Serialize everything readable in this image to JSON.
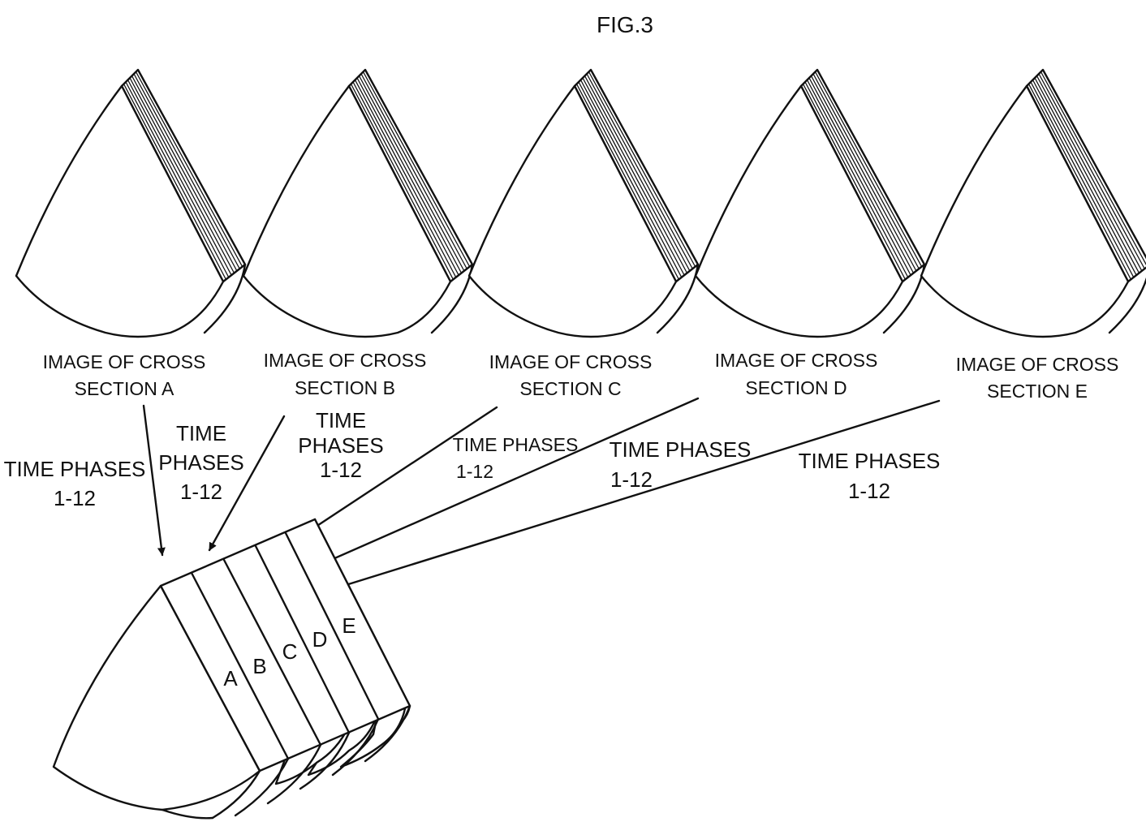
{
  "figure": {
    "title": "FIG.3"
  },
  "sections": [
    {
      "id": "A",
      "caption_line1": "IMAGE OF CROSS",
      "caption_line2": "SECTION A",
      "phases_lines": [
        "TIME PHASES",
        "1-12"
      ]
    },
    {
      "id": "B",
      "caption_line1": "IMAGE OF CROSS",
      "caption_line2": "SECTION B",
      "phases_lines": [
        "TIME",
        "PHASES",
        "1-12"
      ]
    },
    {
      "id": "C",
      "caption_line1": "IMAGE OF CROSS",
      "caption_line2": "SECTION C",
      "phases_lines": [
        "TIME",
        "PHASES",
        "1-12"
      ]
    },
    {
      "id": "D",
      "caption_line1": "IMAGE OF CROSS",
      "caption_line2": "SECTION D",
      "phases_lines": [
        "TIME PHASES",
        "1-12"
      ]
    },
    {
      "id": "E",
      "caption_line1": "IMAGE OF CROSS",
      "caption_line2": "SECTION E",
      "phases_lines": [
        "TIME PHASES",
        "1-12"
      ]
    }
  ],
  "extra_phase_label": {
    "lines": [
      "TIME PHASES",
      "1-12"
    ]
  },
  "slab_letters": [
    "A",
    "B",
    "C",
    "D",
    "E"
  ]
}
